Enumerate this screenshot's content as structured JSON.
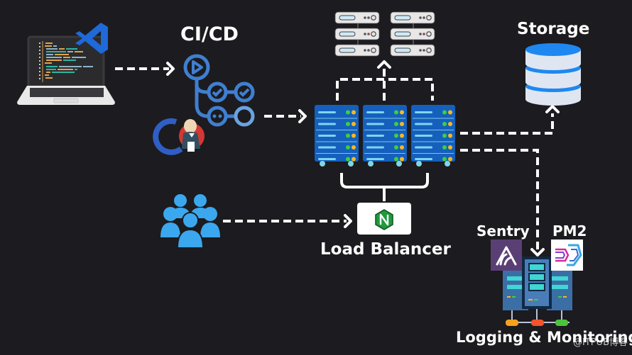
{
  "diagram": {
    "title": "CI/CD Deployment Architecture",
    "labels": {
      "cicd": "CI/CD",
      "storage": "Storage",
      "load_balancer": "Load Balancer",
      "sentry": "Sentry",
      "pm2": "PM2",
      "logging_monitoring": "Logging & Monitoring"
    },
    "nodes": [
      {
        "id": "developer-laptop",
        "icon": "laptop-code-icon"
      },
      {
        "id": "vscode",
        "icon": "vscode-icon"
      },
      {
        "id": "cicd-pipeline",
        "icon": "pipeline-icon"
      },
      {
        "id": "github",
        "icon": "github-icon"
      },
      {
        "id": "jenkins",
        "icon": "jenkins-icon"
      },
      {
        "id": "app-servers",
        "icon": "server-rack-icon",
        "count": 3
      },
      {
        "id": "scaled-servers",
        "icon": "server-stack-icon",
        "count": 2
      },
      {
        "id": "storage",
        "icon": "database-icon"
      },
      {
        "id": "users",
        "icon": "users-group-icon"
      },
      {
        "id": "nginx",
        "icon": "nginx-icon"
      },
      {
        "id": "sentry",
        "icon": "sentry-icon"
      },
      {
        "id": "pm2",
        "icon": "pm2-icon"
      },
      {
        "id": "monitoring-servers",
        "icon": "monitoring-server-icon"
      }
    ],
    "edges": [
      {
        "from": "developer-laptop",
        "to": "cicd-pipeline",
        "style": "dashed"
      },
      {
        "from": "cicd-pipeline",
        "to": "app-servers",
        "style": "dashed"
      },
      {
        "from": "app-servers",
        "to": "scaled-servers",
        "style": "dashed"
      },
      {
        "from": "app-servers",
        "to": "storage",
        "style": "dashed"
      },
      {
        "from": "app-servers",
        "to": "monitoring-servers",
        "style": "dashed"
      },
      {
        "from": "users",
        "to": "nginx",
        "style": "dashed"
      },
      {
        "from": "nginx",
        "to": "app-servers",
        "style": "solid"
      }
    ],
    "colors": {
      "background": "#1c1b1f",
      "server_blue": "#1560bd",
      "pipeline_blue": "#3f7fd0",
      "users_blue": "#3ba7ee",
      "storage_blue": "#1e88f0",
      "nginx_green": "#1f9a3d",
      "sentry_purple": "#5a3f75",
      "led_green": "#3bd13b",
      "led_yellow": "#f6b921"
    },
    "watermark": "@ITPUB博客"
  }
}
